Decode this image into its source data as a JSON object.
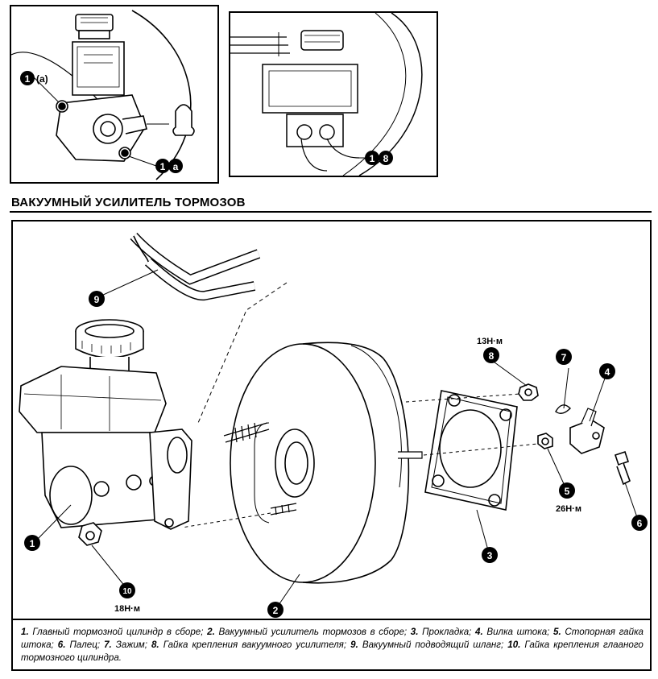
{
  "section_title": "ВАКУУМНЫЙ УСИЛИТЕЛЬ ТОРМОЗОВ",
  "top_left_callouts": {
    "upper": {
      "num": "1",
      "suffix": "(a)"
    },
    "lower": {
      "num": "1",
      "suffix": "a"
    }
  },
  "top_right_callout": {
    "num1": "1",
    "num2": "8"
  },
  "parts": [
    {
      "num": "1"
    },
    {
      "num": "2"
    },
    {
      "num": "3"
    },
    {
      "num": "4"
    },
    {
      "num": "5"
    },
    {
      "num": "6"
    },
    {
      "num": "7"
    },
    {
      "num": "8"
    },
    {
      "num": "9"
    },
    {
      "num": "10"
    }
  ],
  "torques": {
    "part8": "13Н·м",
    "part5": "26Н·м",
    "part10": "18Н·м"
  },
  "legend": [
    {
      "num": "1.",
      "text": "Главный тормозной цилиндр в сборе;"
    },
    {
      "num": "2.",
      "text": "Вакуумный усилитель тормозов в сборе;"
    },
    {
      "num": "3.",
      "text": "Прокладка;"
    },
    {
      "num": "4.",
      "text": "Вилка штока;"
    },
    {
      "num": "5.",
      "text": "Стопорная гайка штока;"
    },
    {
      "num": "6.",
      "text": "Палец;"
    },
    {
      "num": "7.",
      "text": "Зажим;"
    },
    {
      "num": "8.",
      "text": "Гайка крепления вакуумного усилителя;"
    },
    {
      "num": "9.",
      "text": "Вакуумный подводящий шланг;"
    },
    {
      "num": "10.",
      "text": "Гайка крепления глааного тормозного цилиндра."
    }
  ]
}
